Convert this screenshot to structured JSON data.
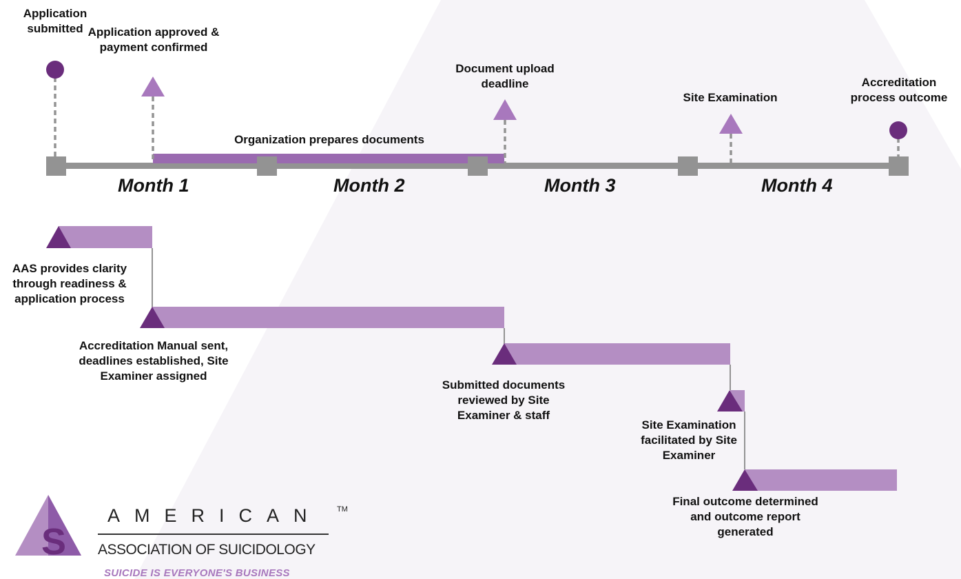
{
  "colors": {
    "track": "#939393",
    "bar": "#b48ec3",
    "prep_bar": "#9a6ab0",
    "dark_purple": "#6a2d7c",
    "light_triangle": "#a878bd",
    "background_shape": "#f6f4f8"
  },
  "milestones": {
    "application_submitted": "Application submitted",
    "application_approved": "Application approved & payment confirmed",
    "document_deadline": "Document upload deadline",
    "site_examination": "Site Examination",
    "outcome": "Accreditation process outcome",
    "prep_label": "Organization prepares documents"
  },
  "months": [
    "Month 1",
    "Month 2",
    "Month 3",
    "Month 4"
  ],
  "phases": [
    "AAS provides clarity through readiness & application process",
    "Accreditation Manual sent, deadlines established, Site Examiner assigned",
    "Submitted documents reviewed by Site Examiner & staff",
    "Site Examination facilitated by Site Examiner",
    "Final outcome determined and outcome report generated"
  ],
  "logo": {
    "letter": "S",
    "name_top": "AMERICAN",
    "tm": "TM",
    "name_bottom": "ASSOCIATION OF SUICIDOLOGY",
    "tagline": "SUICIDE IS EVERYONE'S BUSINESS"
  }
}
